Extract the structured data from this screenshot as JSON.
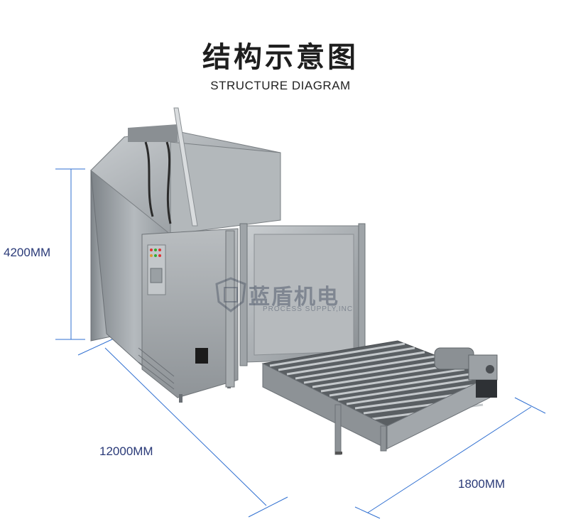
{
  "header": {
    "title_cn": "结构示意图",
    "title_en": "STRUCTURE DIAGRAM"
  },
  "dimensions": {
    "height": "4200MM",
    "length": "12000MM",
    "width": "1800MM"
  },
  "watermark": {
    "brand_cn": "蓝盾机电",
    "brand_en": "PROCESS SUPPLY,INC"
  },
  "colors": {
    "dimension_line": "#2f6fd1",
    "dimension_text": "#2a3a78",
    "steel": "#9aa0a5"
  }
}
